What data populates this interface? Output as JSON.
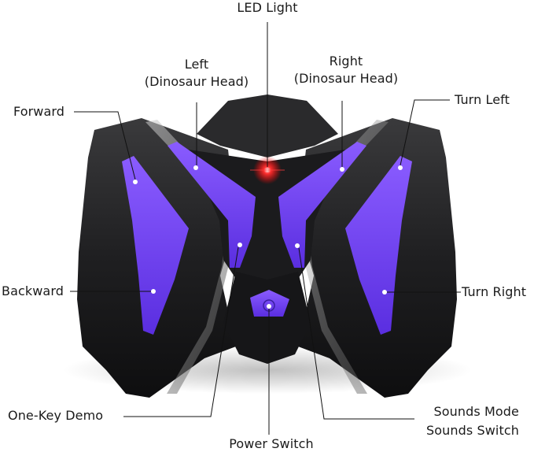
{
  "diagram": {
    "subject": "Remote controller",
    "colors": {
      "body": "#1c1c1e",
      "button_purple": "#6a3cf0",
      "led_red": "#ff2a2a",
      "leader_line": "#111111",
      "background": "#ffffff"
    },
    "labels": {
      "led_light": "LED Light",
      "left_head_line1": "Left",
      "left_head_line2": "(Dinosaur Head)",
      "right_head_line1": "Right",
      "right_head_line2": "(Dinosaur Head)",
      "forward": "Forward",
      "turn_left": "Turn Left",
      "backward": "Backward",
      "turn_right": "Turn Right",
      "one_key_demo": "One-Key Demo",
      "sounds_mode": "Sounds Mode",
      "sounds_switch": "Sounds Switch",
      "power_switch": "Power Switch"
    }
  }
}
